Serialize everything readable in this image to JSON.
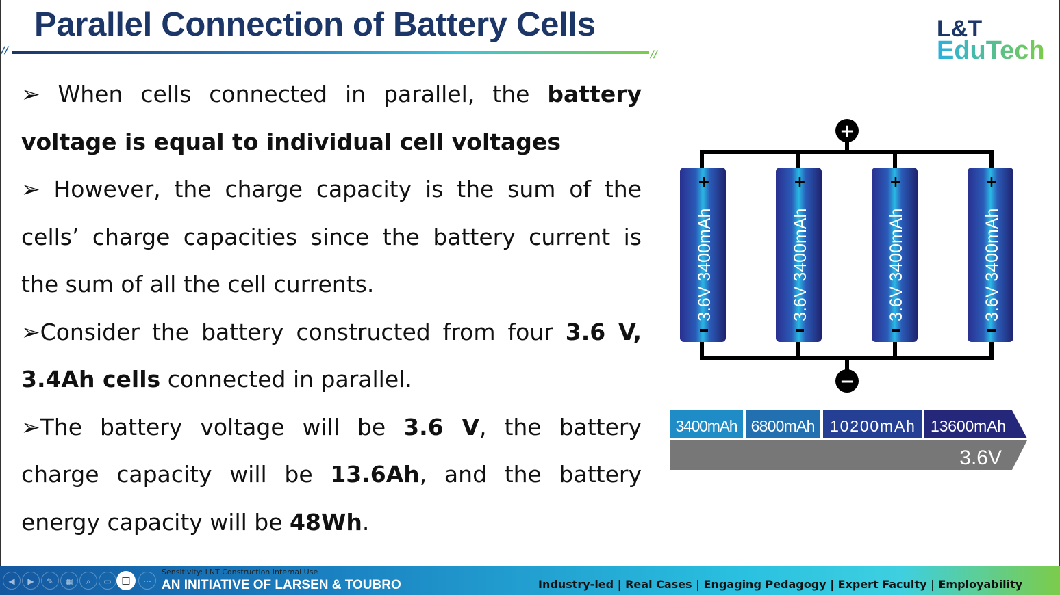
{
  "slide": {
    "title": "Parallel Connection of Battery Cells",
    "logo": {
      "line1": "L&T",
      "line2": "EduTech"
    },
    "bullets": [
      {
        "marker": "➢",
        "parts": [
          {
            "t": " When cells connected in parallel, the "
          },
          {
            "t": "battery voltage is equal to individual cell voltages",
            "b": true
          }
        ]
      },
      {
        "marker": "➢",
        "parts": [
          {
            "t": " However, the charge capacity is the sum of the cells’ charge capacities since the battery current is the sum of all the cell currents."
          }
        ]
      },
      {
        "marker": "➢",
        "parts": [
          {
            "t": "Consider the battery constructed from four "
          },
          {
            "t": "3.6 V, 3.4Ah cells",
            "b": true
          },
          {
            "t": " connected in parallel."
          }
        ]
      },
      {
        "marker": "➢",
        "parts": [
          {
            "t": "The battery voltage will be "
          },
          {
            "t": "3.6 V",
            "b": true
          },
          {
            "t": ", the battery charge capacity will be "
          },
          {
            "t": "13.6Ah",
            "b": true
          },
          {
            "t": ", and the battery energy capacity will be "
          },
          {
            "t": "48Wh",
            "b": true
          },
          {
            "t": "."
          }
        ]
      }
    ]
  },
  "diagram": {
    "cell_label": "3.6V  3400mAh",
    "plus": "+",
    "minus": "−",
    "capacity_steps": [
      "3400mAh",
      "6800mAh",
      "10200mAh",
      "13600mAh"
    ],
    "voltage": "3.6V",
    "colors": {
      "cell_dark": "#262a8a",
      "cell_light": "#2ab0e0",
      "steps": [
        "#1f8cc8",
        "#2270b0",
        "#243f94",
        "#25287a"
      ],
      "voltage_bar": "#777777"
    }
  },
  "footer": {
    "initiative": "AN INITIATIVE OF LARSEN & TOUBRO",
    "sensitivity": "Sensitivity: LNT Construction Internal Use",
    "tagline": "Industry-led | Real Cases | Engaging Pedagogy | Expert Faculty | Employability"
  }
}
